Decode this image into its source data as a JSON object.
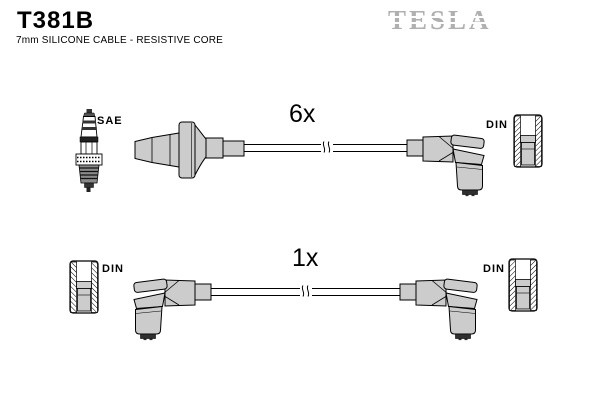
{
  "header": {
    "part_number": "T381B",
    "subtitle": "7mm SILICONE CABLE - RESISTIVE CORE",
    "brand_logo_text": "TESLA"
  },
  "kit_rows": [
    {
      "quantity_label": "6x",
      "left_connector_label": "SAE",
      "right_connector_label": "DIN",
      "left_end": "spark plug straight boot with heat shield",
      "right_end": "elbow distributor boot"
    },
    {
      "quantity_label": "1x",
      "left_connector_label": "DIN",
      "right_connector_label": "DIN",
      "left_end": "elbow distributor boot",
      "right_end": "elbow distributor boot"
    }
  ],
  "icons": {
    "spark_plug": "spark-plug-icon",
    "straight_boot": "straight-boot-heat-shield-icon",
    "elbow_boot": "elbow-boot-icon",
    "din_terminal": "din-terminal-cross-section-icon",
    "cable_break": "cable-break-mark-icon"
  },
  "colors": {
    "part_fill": "#cccccc",
    "part_outline": "#000000",
    "logo_gray": "#b0b0b0",
    "dark_tip": "#2f2f2f",
    "background": "#ffffff"
  }
}
